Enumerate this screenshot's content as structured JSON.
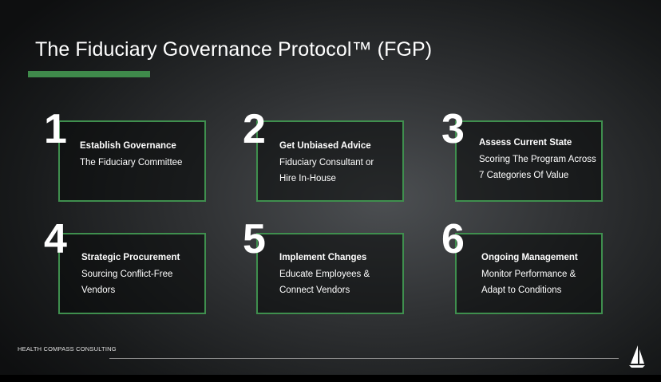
{
  "title": "The Fiduciary Governance Protocol™ (FGP)",
  "accent_color": "#3f8f4e",
  "steps": [
    {
      "number": "1",
      "heading": "Establish Governance",
      "lines": [
        "The Fiduciary Committee"
      ]
    },
    {
      "number": "2",
      "heading": "Get Unbiased Advice",
      "lines": [
        "Fiduciary Consultant or",
        "Hire In-House"
      ]
    },
    {
      "number": "3",
      "heading": "Assess Current State",
      "lines": [
        "Scoring The Program Across",
        "7 Categories Of Value"
      ]
    },
    {
      "number": "4",
      "heading": "Strategic Procurement",
      "lines": [
        "Sourcing Conflict-Free",
        "Vendors"
      ]
    },
    {
      "number": "5",
      "heading": "Implement Changes",
      "lines": [
        "Educate Employees &",
        "Connect Vendors"
      ]
    },
    {
      "number": "6",
      "heading": "Ongoing Management",
      "lines": [
        "Monitor Performance &",
        "Adapt to Conditions"
      ]
    }
  ],
  "footer": {
    "brand": "HEALTH COMPASS CONSULTING",
    "logo_icon": "sailboat-icon"
  }
}
